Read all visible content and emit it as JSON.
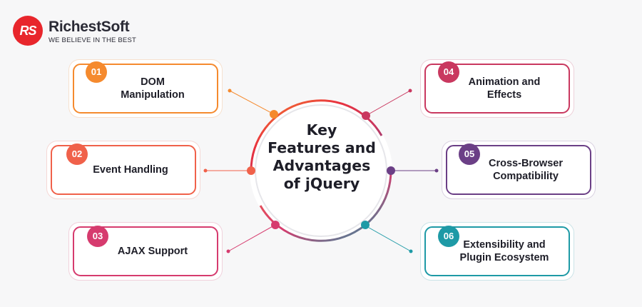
{
  "brand": {
    "mark": "RS",
    "name": "RichestSoft",
    "tagline": "WE BELIEVE IN THE BEST"
  },
  "center": {
    "lines": [
      "Key",
      "Features and",
      "Advantages",
      "of jQuery"
    ]
  },
  "features": [
    {
      "number": "01",
      "label_lines": [
        "DOM",
        "Manipulation"
      ],
      "color": "#f58a2e"
    },
    {
      "number": "02",
      "label_lines": [
        "Event Handling"
      ],
      "color": "#f0614a"
    },
    {
      "number": "03",
      "label_lines": [
        "AJAX Support"
      ],
      "color": "#d63b6e"
    },
    {
      "number": "04",
      "label_lines": [
        "Animation and",
        "Effects"
      ],
      "color": "#c9385f"
    },
    {
      "number": "05",
      "label_lines": [
        "Cross-Browser",
        "Compatibility"
      ],
      "color": "#6b3f86"
    },
    {
      "number": "06",
      "label_lines": [
        "Extensibility and",
        "Plugin Ecosystem"
      ],
      "color": "#1e9aa6"
    }
  ]
}
